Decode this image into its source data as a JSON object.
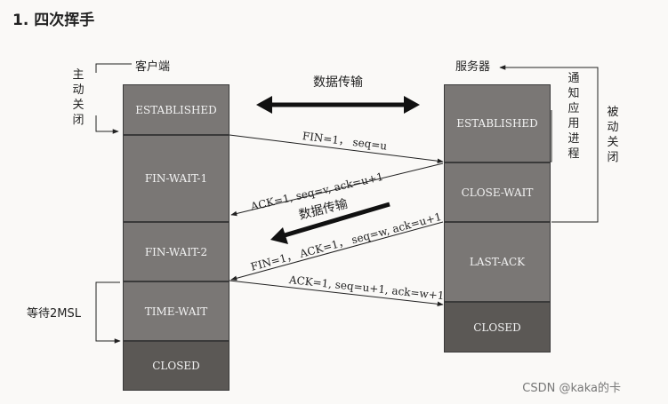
{
  "heading": "1. 四次挥手",
  "client_title": "客户端",
  "server_title": "服务器",
  "client_close_label": "主动关闭",
  "server_close_label": "被动关闭",
  "notify_label": "通知应用进程",
  "wait_label": "等待2MSL",
  "data_transfer_top": "数据传输",
  "data_transfer_mid": "数据传输",
  "client_states": [
    "ESTABLISHED",
    "FIN-WAIT-1",
    "FIN-WAIT-2",
    "TIME-WAIT",
    "CLOSED"
  ],
  "server_states": [
    "ESTABLISHED",
    "CLOSE-WAIT",
    "LAST-ACK",
    "CLOSED"
  ],
  "messages": {
    "fin1": "FIN=1， seq=u",
    "ack1": "ACK=1, seq=v, ack=u+1",
    "fin2": "FIN=1， ACK=1， seq=w, ack=u+1",
    "ack2": "ACK=1, seq=u+1, ack=w+1"
  },
  "watermark": "CSDN @kaka的卡"
}
